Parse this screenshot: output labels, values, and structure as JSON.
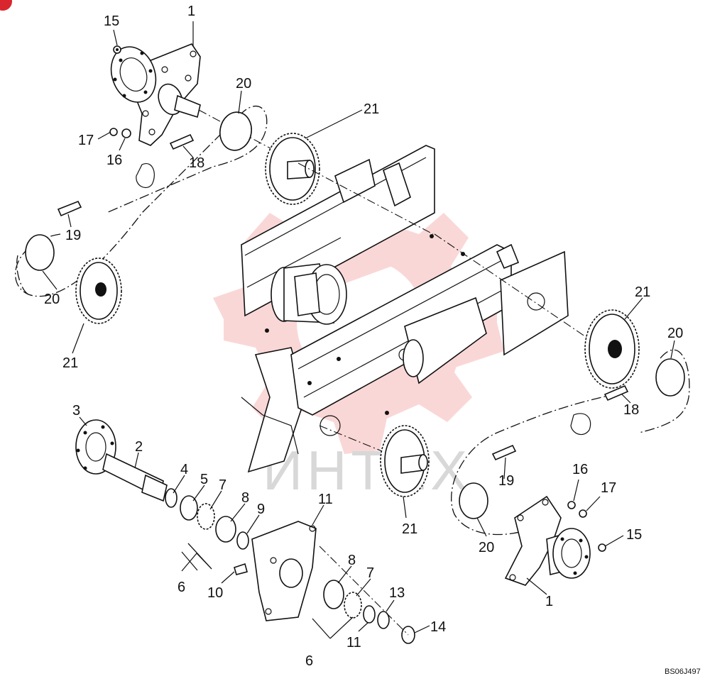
{
  "drawing_ref": "BS06J497",
  "watermark_text": "ИНТЕХ",
  "colors": {
    "ink": "#111111",
    "watermark": "#f4a8a8",
    "corner_badge": "#d9262e"
  },
  "callouts": [
    {
      "id": "c1a",
      "label": "1"
    },
    {
      "id": "c15a",
      "label": "15"
    },
    {
      "id": "c20a",
      "label": "20"
    },
    {
      "id": "c21a",
      "label": "21"
    },
    {
      "id": "c17a",
      "label": "17"
    },
    {
      "id": "c16a",
      "label": "16"
    },
    {
      "id": "c18a",
      "label": "18"
    },
    {
      "id": "c19a",
      "label": "19"
    },
    {
      "id": "c20b",
      "label": "20"
    },
    {
      "id": "c21b",
      "label": "21"
    },
    {
      "id": "c21c",
      "label": "21"
    },
    {
      "id": "c20c",
      "label": "20"
    },
    {
      "id": "c18b",
      "label": "18"
    },
    {
      "id": "c3",
      "label": "3"
    },
    {
      "id": "c2",
      "label": "2"
    },
    {
      "id": "c4",
      "label": "4"
    },
    {
      "id": "c5",
      "label": "5"
    },
    {
      "id": "c7a",
      "label": "7"
    },
    {
      "id": "c8a",
      "label": "8"
    },
    {
      "id": "c9",
      "label": "9"
    },
    {
      "id": "c11a",
      "label": "11"
    },
    {
      "id": "c6a",
      "label": "6"
    },
    {
      "id": "c10",
      "label": "10"
    },
    {
      "id": "c8b",
      "label": "8"
    },
    {
      "id": "c7b",
      "label": "7"
    },
    {
      "id": "c13",
      "label": "13"
    },
    {
      "id": "c11b",
      "label": "11"
    },
    {
      "id": "c14",
      "label": "14"
    },
    {
      "id": "c6b",
      "label": "6"
    },
    {
      "id": "c21d",
      "label": "21"
    },
    {
      "id": "c19b",
      "label": "19"
    },
    {
      "id": "c16b",
      "label": "16"
    },
    {
      "id": "c17b",
      "label": "17"
    },
    {
      "id": "c15b",
      "label": "15"
    },
    {
      "id": "c20d",
      "label": "20"
    },
    {
      "id": "c1b",
      "label": "1"
    }
  ]
}
